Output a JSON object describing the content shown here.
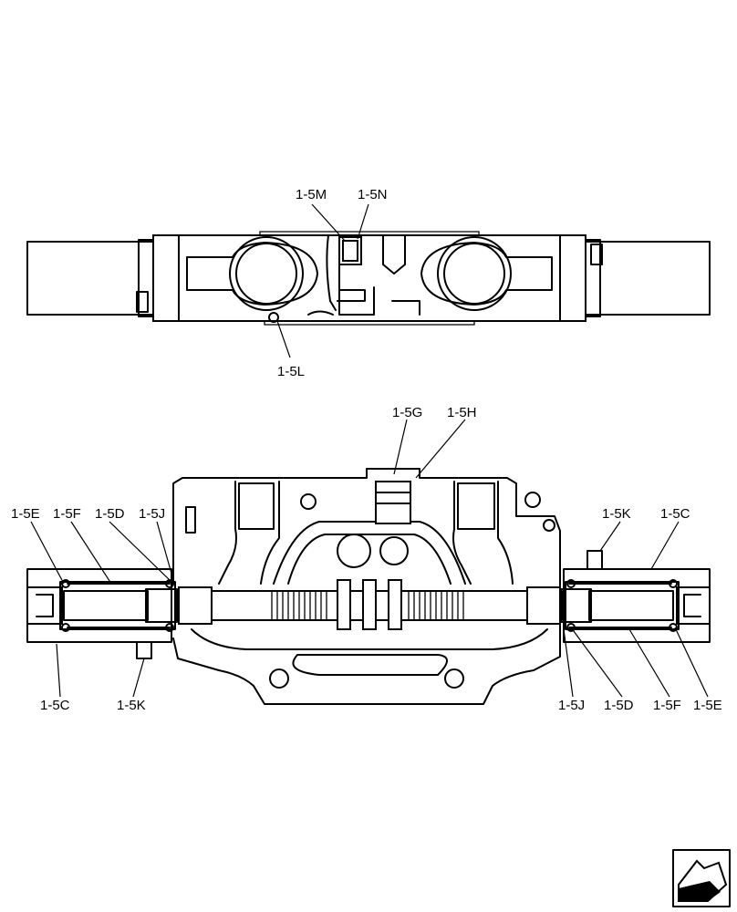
{
  "labels": {
    "m": "1-5M",
    "n": "1-5N",
    "l": "1-5L",
    "g": "1-5G",
    "h": "1-5H",
    "e_left": "1-5E",
    "f_left": "1-5F",
    "d_left": "1-5D",
    "j_left": "1-5J",
    "k_right": "1-5K",
    "c_right": "1-5C",
    "c_left": "1-5C",
    "k_left": "1-5K",
    "j_right": "1-5J",
    "d_right": "1-5D",
    "f_right": "1-5F",
    "e_right": "1-5E"
  },
  "icons": {
    "nav": "next-page-arrow-icon"
  }
}
